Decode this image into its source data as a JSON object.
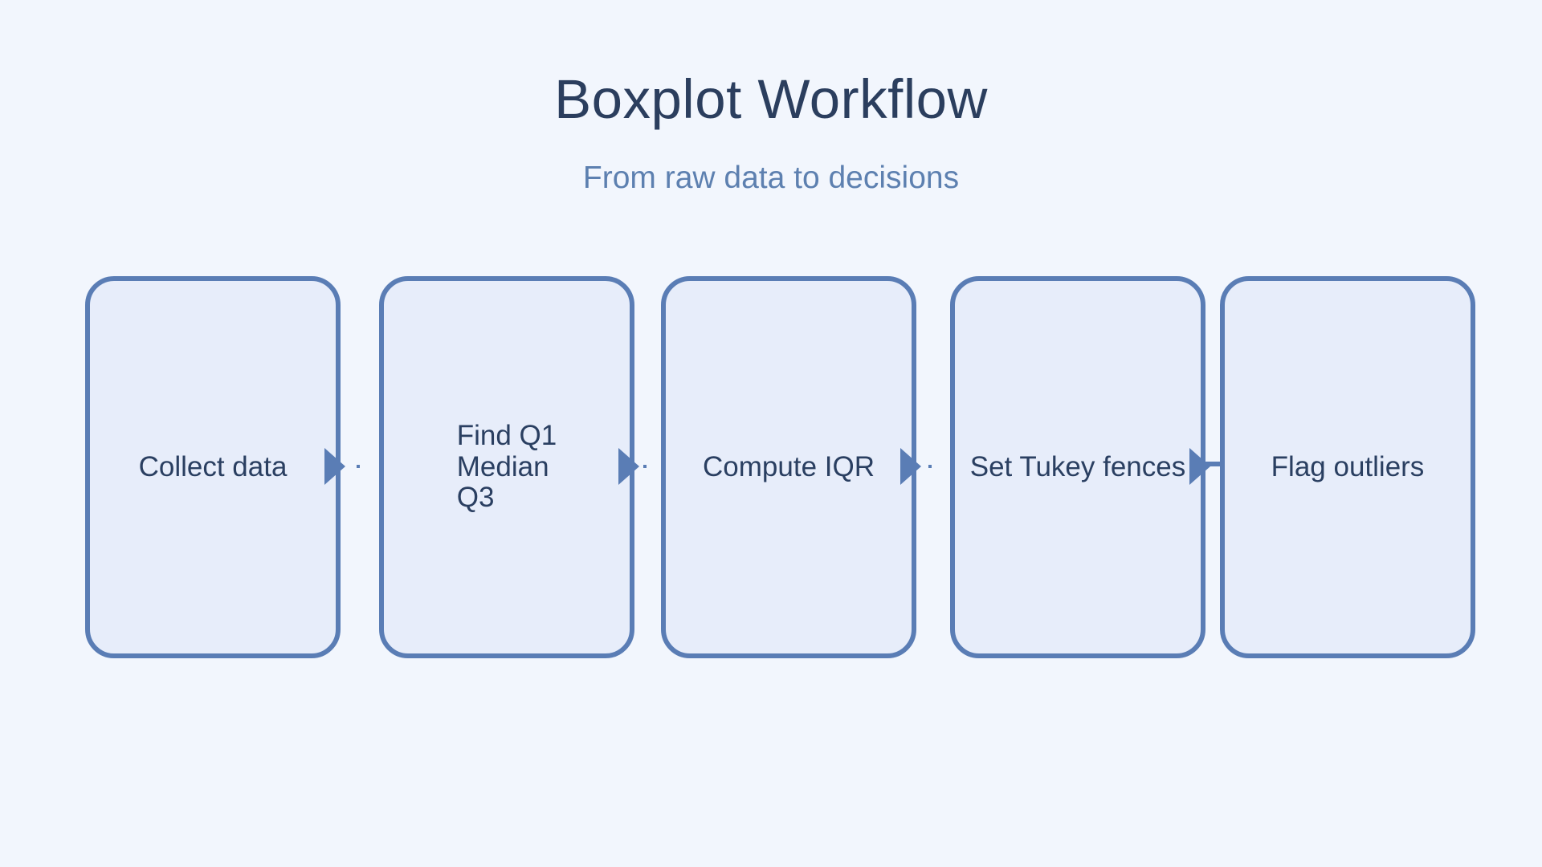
{
  "title": "Boxplot Workflow",
  "subtitle": "From raw data to decisions",
  "flow": {
    "type": "flowchart",
    "direction": "left-to-right",
    "steps": [
      {
        "id": "collect-data",
        "label": "Collect data"
      },
      {
        "id": "find-quartiles",
        "label": "Find Q1\nMedian\nQ3"
      },
      {
        "id": "compute-iqr",
        "label": "Compute IQR"
      },
      {
        "id": "set-tukey-fences",
        "label": "Set Tukey fences"
      },
      {
        "id": "flag-outliers",
        "label": "Flag outliers"
      }
    ],
    "edges": [
      {
        "from": "collect-data",
        "to": "find-quartiles"
      },
      {
        "from": "find-quartiles",
        "to": "compute-iqr"
      },
      {
        "from": "compute-iqr",
        "to": "set-tukey-fences"
      },
      {
        "from": "set-tukey-fences",
        "to": "flag-outliers"
      }
    ]
  },
  "colors": {
    "background": "#f2f6fd",
    "node_fill": "#e7edfa",
    "node_border": "#5a7db5",
    "connector": "#5a7db5",
    "title_text": "#2b3e5e",
    "subtitle_text": "#5d80b0",
    "node_text": "#2a3f61"
  }
}
